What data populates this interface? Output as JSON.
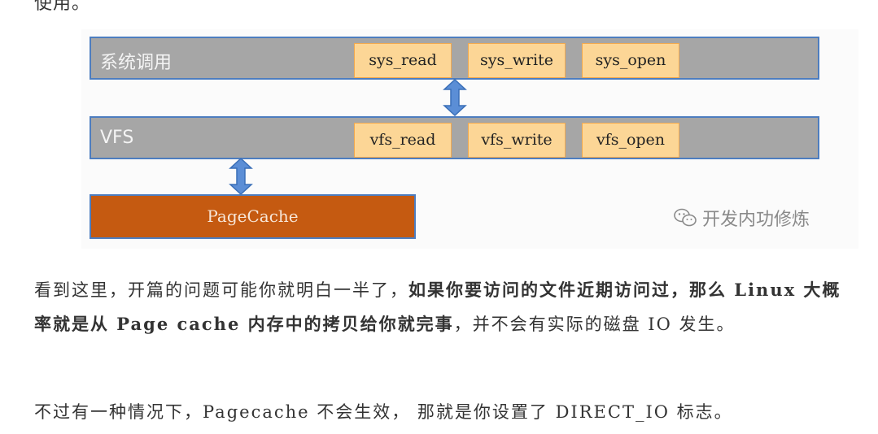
{
  "top_fragment": "使用。",
  "diagram": {
    "syscall_layer": {
      "label": "系统调用",
      "functions": [
        "sys_read",
        "sys_write",
        "sys_open"
      ]
    },
    "vfs_layer": {
      "label": "VFS",
      "functions": [
        "vfs_read",
        "vfs_write",
        "vfs_open"
      ]
    },
    "pagecache_label": "PageCache",
    "watermark": "开发内功修炼"
  },
  "paragraph1": {
    "text_a": "看到这里，开篇的问题可能你就明白一半了，",
    "bold": "如果你要访问的文件近期访问过，那么 Linux 大概率就是从 Page cache 内存中的拷贝给你就完事",
    "text_b": "，并不会有实际的磁盘 IO 发生。"
  },
  "paragraph2": "不过有一种情况下，Pagecache 不会生效， 那就是你设置了 DIRECT_IO 标志。",
  "colors": {
    "layer_fill": "#a6a6a6",
    "layer_border": "#4d7dbf",
    "function_fill": "#fcd696",
    "pagecache_fill": "#c55a11",
    "arrow_fill": "#5b8ed6"
  }
}
